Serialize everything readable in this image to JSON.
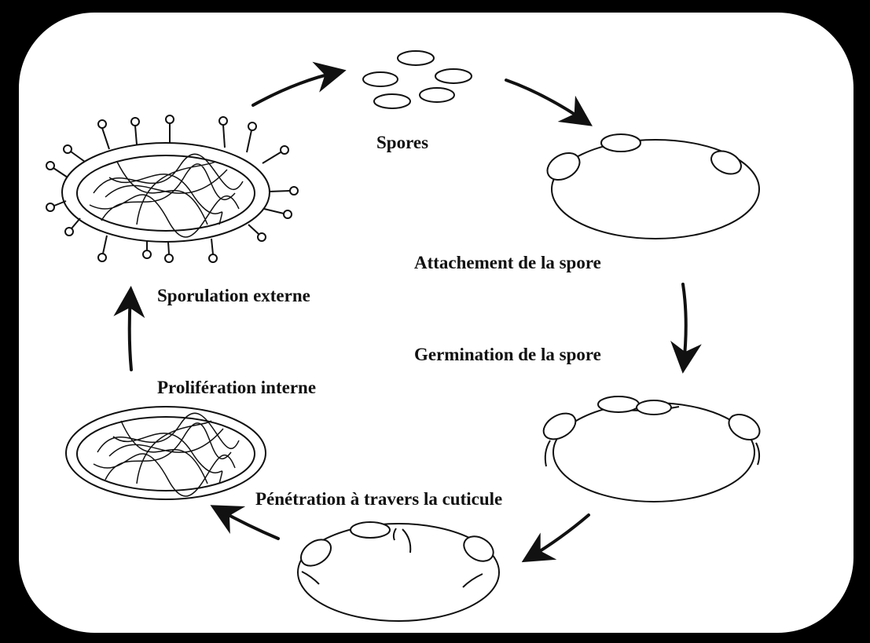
{
  "diagram": {
    "labels": {
      "spores": "Spores",
      "attachment": "Attachement de la spore",
      "germination": "Germination de la spore",
      "penetration": "Pénétration à travers la cuticule",
      "proliferation": "Prolifération interne",
      "sporulation": "Sporulation externe"
    },
    "colors": {
      "ink": "#111111",
      "background": "#ffffff",
      "frame": "#000000"
    }
  }
}
